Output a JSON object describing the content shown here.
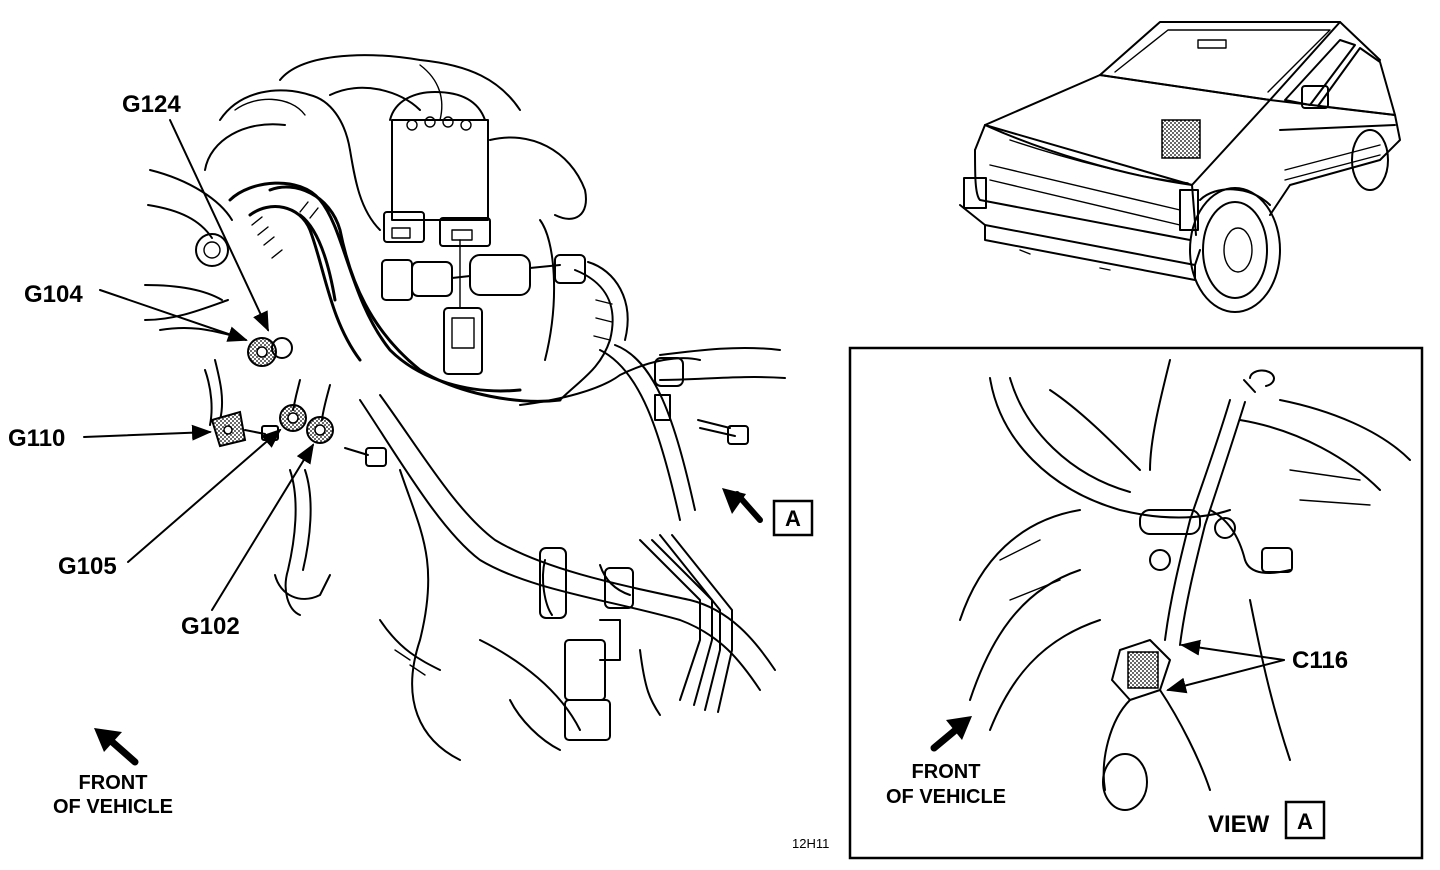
{
  "labels": {
    "g124": "G124",
    "g104": "G104",
    "g110": "G110",
    "g105": "G105",
    "g102": "G102",
    "view_marker": "A",
    "front_left_line1": "FRONT",
    "front_left_line2": "OF VEHICLE",
    "c116": "C116",
    "front_inset_line1": "FRONT",
    "front_inset_line2": "OF VEHICLE",
    "view_title": "VIEW",
    "view_title_letter": "A",
    "figure_code": "12H11"
  }
}
